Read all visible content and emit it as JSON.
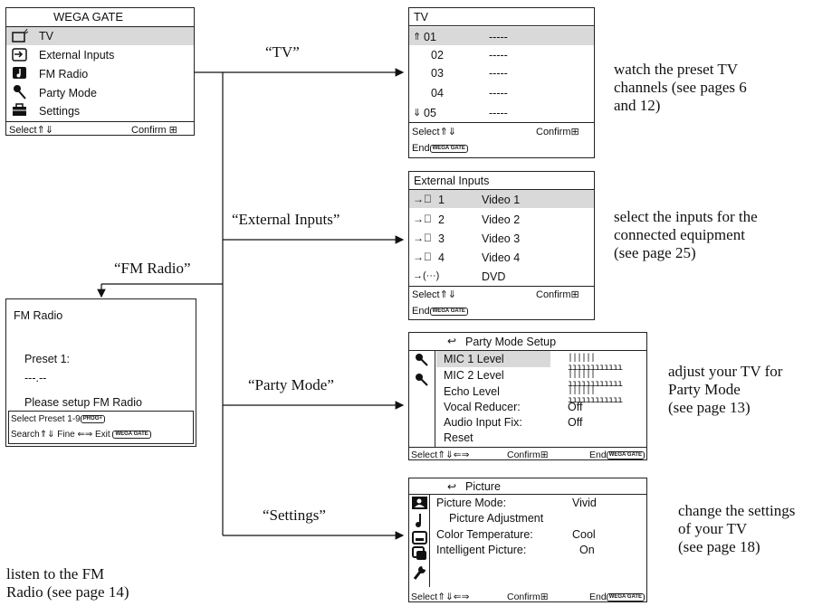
{
  "wega_menu": {
    "title": "WEGA GATE",
    "items": [
      {
        "label": "TV",
        "icon": "tv-icon"
      },
      {
        "label": "External Inputs",
        "icon": "input-icon"
      },
      {
        "label": "FM Radio",
        "icon": "music-note-icon"
      },
      {
        "label": "Party Mode",
        "icon": "microphone-icon"
      },
      {
        "label": "Settings",
        "icon": "toolbox-icon"
      }
    ],
    "footer_select": "Select",
    "footer_confirm": "Confirm"
  },
  "tv_menu": {
    "title": "TV",
    "channels": [
      {
        "num": "01",
        "name": "-----"
      },
      {
        "num": "02",
        "name": "-----"
      },
      {
        "num": "03",
        "name": "-----"
      },
      {
        "num": "04",
        "name": "-----"
      },
      {
        "num": "05",
        "name": "-----"
      }
    ],
    "footer_select": "Select",
    "footer_confirm": "Confirm",
    "footer_end": "End",
    "end_tag": "WEGA GATE"
  },
  "ext_menu": {
    "title": "External Inputs",
    "items": [
      {
        "num": "1",
        "label": "Video 1"
      },
      {
        "num": "2",
        "label": "Video 2"
      },
      {
        "num": "3",
        "label": "Video 3"
      },
      {
        "num": "4",
        "label": "Video 4"
      },
      {
        "num": "",
        "label": "DVD"
      }
    ],
    "footer_select": "Select",
    "footer_confirm": "Confirm",
    "footer_end": "End",
    "end_tag": "WEGA GATE"
  },
  "fm_menu": {
    "title": "FM Radio",
    "preset": "Preset 1:",
    "freq": "---.--",
    "message": "Please setup FM Radio",
    "footer_line1": "Select Preset 1-9",
    "prog_tag": "PROG+",
    "footer_search": "Search",
    "footer_fine": "Fine",
    "footer_exit": "Exit",
    "exit_tag": "WEGA GATE"
  },
  "party_menu": {
    "title": "Party Mode Setup",
    "items": [
      {
        "label": "MIC 1 Level",
        "value": "bars"
      },
      {
        "label": "MIC 2 Level",
        "value": "bars"
      },
      {
        "label": "Echo Level",
        "value": "bars"
      },
      {
        "label": "Vocal Reducer:",
        "value": "Off"
      },
      {
        "label": "Audio Input Fix:",
        "value": "Off"
      },
      {
        "label": "Reset",
        "value": ""
      }
    ],
    "footer_select": "Select",
    "footer_confirm": "Confirm",
    "footer_end": "End",
    "end_tag": "WEGA GATE"
  },
  "picture_menu": {
    "title": "Picture",
    "items": [
      {
        "label": "Picture Mode:",
        "value": "Vivid"
      },
      {
        "label": "Picture Adjustment",
        "value": ""
      },
      {
        "label": "Color Temperature:",
        "value": "Cool"
      },
      {
        "label": "Intelligent Picture:",
        "value": "On"
      }
    ],
    "footer_select": "Select",
    "footer_confirm": "Confirm",
    "footer_end": "End",
    "end_tag": "WEGA GATE"
  },
  "arrows": {
    "tv": "“TV”",
    "ext": "“External Inputs”",
    "fm": "“FM Radio”",
    "party": "“Party Mode”",
    "settings": "“Settings”"
  },
  "descriptions": {
    "tv": "watch the preset TV\nchannels (see pages 6\nand 12)",
    "ext": "select the inputs for the\nconnected equipment\n(see page 25)",
    "fm": "listen to the FM\nRadio (see page 14)",
    "party": "adjust your TV for\nParty Mode\n(see page 13)",
    "settings": "change the settings\nof your TV\n(see page 18)"
  }
}
